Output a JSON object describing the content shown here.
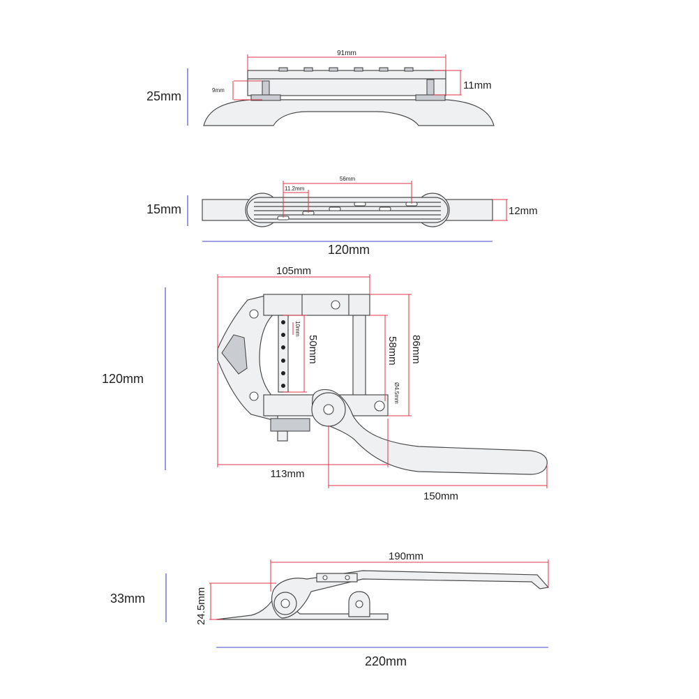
{
  "colors": {
    "dimension_red": "#e0304a",
    "dimension_blue": "#4040c8",
    "part_fill": "#eef0f2",
    "part_stroke": "#4a4a4a"
  },
  "view_side_top": {
    "width_label": "91mm",
    "height_label": "25mm",
    "stud_left_label": "9mm",
    "stud_right_label": "11mm"
  },
  "view_bridge": {
    "height_label": "15mm",
    "bar_height_label": "12mm",
    "length_label": "120mm",
    "span_label": "56mm",
    "spacing_label": "11.2mm"
  },
  "view_plan": {
    "height_label": "120mm",
    "frame_width_label": "105mm",
    "pin_row_label": "50mm",
    "pin_pitch_label": "10mm",
    "inner_height_label": "58mm",
    "outer_height_label": "86mm",
    "hole_label": "Ø4.5mm",
    "base_length_label": "113mm",
    "arm_length_label": "150mm"
  },
  "view_side_bottom": {
    "arm_length_label": "190mm",
    "height_label": "33mm",
    "pivot_height_label": "24.5mm",
    "total_length_label": "220mm"
  }
}
